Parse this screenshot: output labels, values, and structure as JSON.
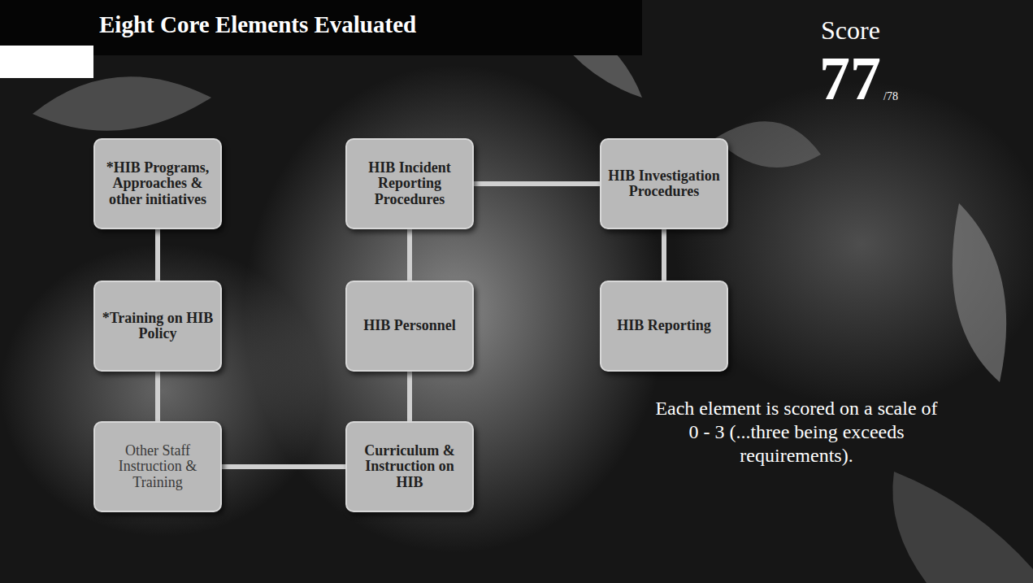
{
  "diagram": {
    "title": "Eight Core Elements Evaluated",
    "nodes": [
      {
        "text": [
          "*HIB Programs, Approaches & other initiatives"
        ]
      },
      {
        "text": [
          "HIB Incident Reporting Procedures"
        ]
      },
      {
        "text": [
          "HIB Investigation Procedures"
        ]
      },
      {
        "text": [
          "*Training on HIB Policy"
        ]
      },
      {
        "text": [
          "HIB Personnel"
        ]
      },
      {
        "text": [
          "HIB Reporting"
        ]
      },
      {
        "text": [
          "Other Staff Instruction & Training"
        ]
      },
      {
        "text": [
          "Curriculum & Instruction on HIB"
        ]
      }
    ],
    "edges": [
      {
        "from": 0,
        "to": 3,
        "arrow": "none"
      },
      {
        "from": 3,
        "to": 6,
        "arrow": "none"
      },
      {
        "from": 6,
        "to": 7,
        "arrow": "none"
      },
      {
        "from": 7,
        "to": 4,
        "arrow": "none"
      },
      {
        "from": 4,
        "to": 1,
        "arrow": "none"
      },
      {
        "from": 1,
        "to": 2,
        "arrow": "none"
      },
      {
        "from": 2,
        "to": 5,
        "arrow": "none"
      }
    ],
    "labels": [
      "Score",
      "77",
      "/78",
      "Each element is scored on a scale of 0 - 3 (...three being exceeds requirements)."
    ]
  }
}
